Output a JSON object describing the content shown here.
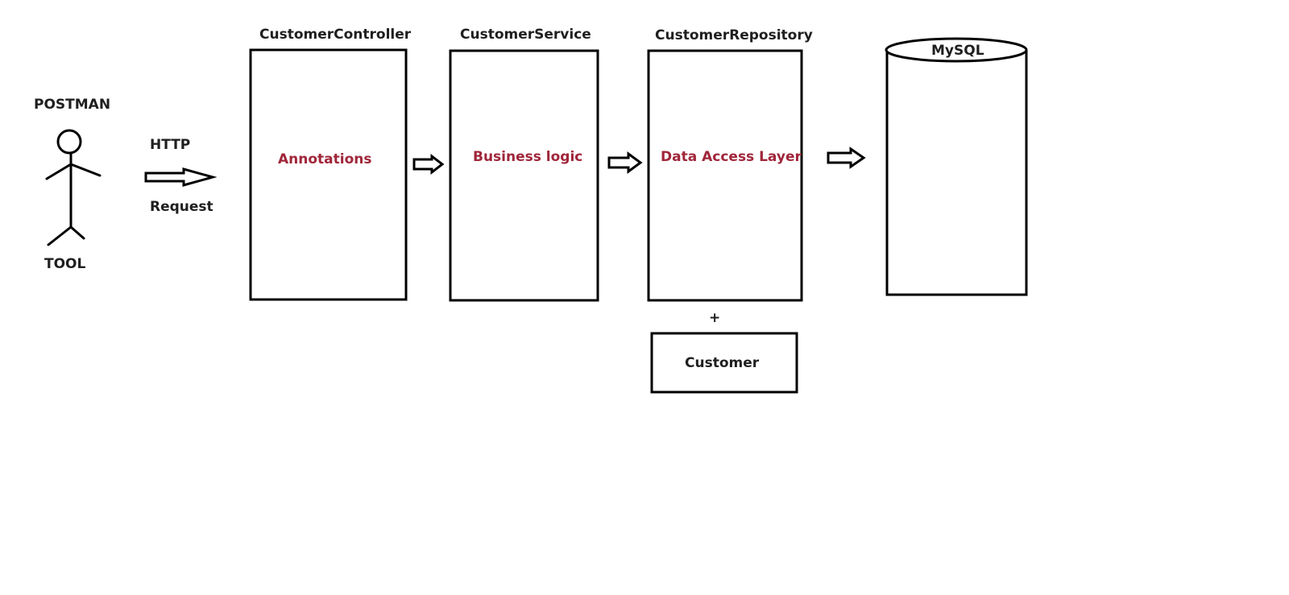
{
  "actor": {
    "top_label": "POSTMAN",
    "bottom_label": "TOOL"
  },
  "request": {
    "top_label": "HTTP",
    "bottom_label": "Request"
  },
  "controller": {
    "title": "CustomerController",
    "content": "Annotations"
  },
  "service": {
    "title": "CustomerService",
    "content": "Business logic"
  },
  "repository": {
    "title": "CustomerRepository",
    "content": "Data Access Layer"
  },
  "plus": "+",
  "entity": {
    "label": "Customer"
  },
  "database": {
    "label": "MySQL"
  },
  "colors": {
    "stroke": "#000000",
    "label": "#1f1f1f",
    "inner_text": "#a0263a"
  }
}
